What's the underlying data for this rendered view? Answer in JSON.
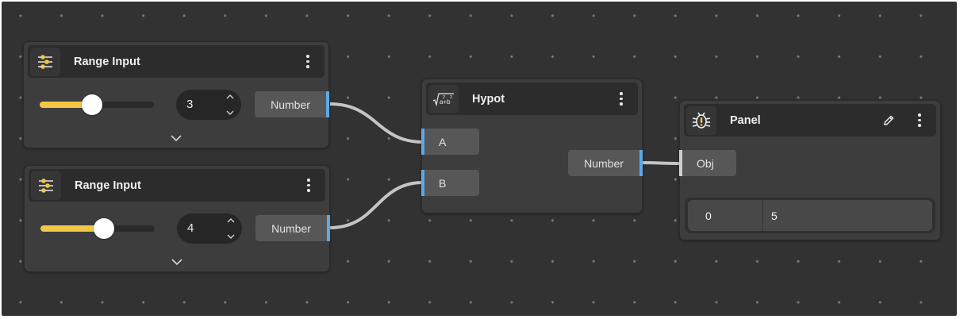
{
  "canvas": {
    "background": "#323232",
    "grid_dot_color": "#7a7a7a",
    "accent_port": "#5aa9ea",
    "slider_fill": "#f2c744"
  },
  "nodes": {
    "range1": {
      "title": "Range Input",
      "icon": "sliders-icon",
      "slider_value": 3,
      "stepper_value": "3",
      "output_label": "Number"
    },
    "range2": {
      "title": "Range Input",
      "icon": "sliders-icon",
      "slider_value": 4,
      "stepper_value": "4",
      "output_label": "Number"
    },
    "hypot": {
      "title": "Hypot",
      "icon": "hypot-formula-icon",
      "inputs": [
        {
          "label": "A"
        },
        {
          "label": "B"
        }
      ],
      "output_label": "Number"
    },
    "panel": {
      "title": "Panel",
      "icon": "bug-icon",
      "input_label": "Obj",
      "rows": [
        {
          "index": "0",
          "value": "5"
        }
      ]
    }
  },
  "connections": [
    {
      "from": "range1.Number",
      "to": "hypot.A"
    },
    {
      "from": "range2.Number",
      "to": "hypot.B"
    },
    {
      "from": "hypot.Number",
      "to": "panel.Obj"
    }
  ]
}
